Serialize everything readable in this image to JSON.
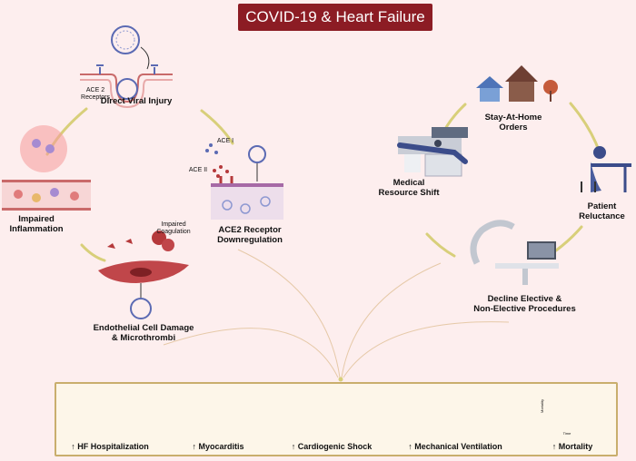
{
  "title": "COVID-19 & Heart Failure",
  "left": {
    "direct_viral_injury": "Direct Viral Injury",
    "ace2_receptors_label": "ACE 2\nReceptors",
    "ace_i": "ACE I",
    "ace_ii": "ACE II",
    "ace2_downregulation": "ACE2 Receptor\nDownregulation",
    "impaired_inflammation": "Impaired\nInflammation",
    "impaired_coagulation": "Impaired\nCoagulation",
    "endothelial_damage": "Endothelial Cell Damage\n& Microthrombi"
  },
  "right": {
    "stay_at_home": "Stay-At-Home\nOrders",
    "medical_resource_shift": "Medical\nResource Shift",
    "patient_reluctance": "Patient\nReluctance",
    "decline_procedures": "Decline Elective &\nNon-Elective Procedures"
  },
  "outcomes": [
    {
      "label": "↑ HF Hospitalization"
    },
    {
      "label": "↑ Myocarditis"
    },
    {
      "label": "↑ Cardiogenic Shock"
    },
    {
      "label": "↑ Mechanical Ventilation"
    },
    {
      "label": "↑ Mortality"
    }
  ],
  "mortality_chart": {
    "ylabel": "Mortality",
    "xlabel": "Time"
  },
  "colors": {
    "title_bg": "#8c1c24",
    "arc": "#d8cf7a",
    "box_border": "#c9ae6d",
    "virus": "#5b6ab3",
    "vessel": "#b5393b"
  }
}
